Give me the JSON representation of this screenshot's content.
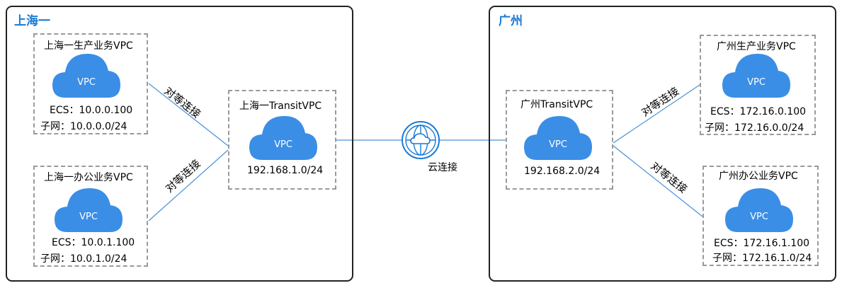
{
  "regions": {
    "shanghai": {
      "title": "上海一"
    },
    "guangzhou": {
      "title": "广州"
    }
  },
  "cloud_label": "VPC",
  "vpcs": {
    "sh_prod": {
      "name": "上海一生产业务VPC",
      "ecs": "ECS：10.0.0.100",
      "subnet": "子网：10.0.0.0/24"
    },
    "sh_office": {
      "name": "上海一办公业务VPC",
      "ecs": "ECS：10.0.1.100",
      "subnet": "子网：10.0.1.0/24"
    },
    "sh_transit": {
      "name": "上海一TransitVPC",
      "cidr": "192.168.1.0/24"
    },
    "gz_transit": {
      "name": "广州TransitVPC",
      "cidr": "192.168.2.0/24"
    },
    "gz_prod": {
      "name": "广州生产业务VPC",
      "ecs": "ECS：172.16.0.100",
      "subnet": "子网：172.16.0.0/24"
    },
    "gz_office": {
      "name": "广州办公业务VPC",
      "ecs": "ECS：172.16.1.100",
      "subnet": "子网：172.16.1.0/24"
    }
  },
  "links": {
    "peering_label": "对等连接",
    "cloud_connect_label": "云连接"
  },
  "colors": {
    "cloud_fill": "#3a8ee6",
    "line": "#4a90d9",
    "region_title": "#1a7ad4",
    "dash_border": "#9a9a9a"
  },
  "icons": {
    "cloud": "cloud-icon",
    "cloud_connect": "globe-cloud-icon"
  }
}
